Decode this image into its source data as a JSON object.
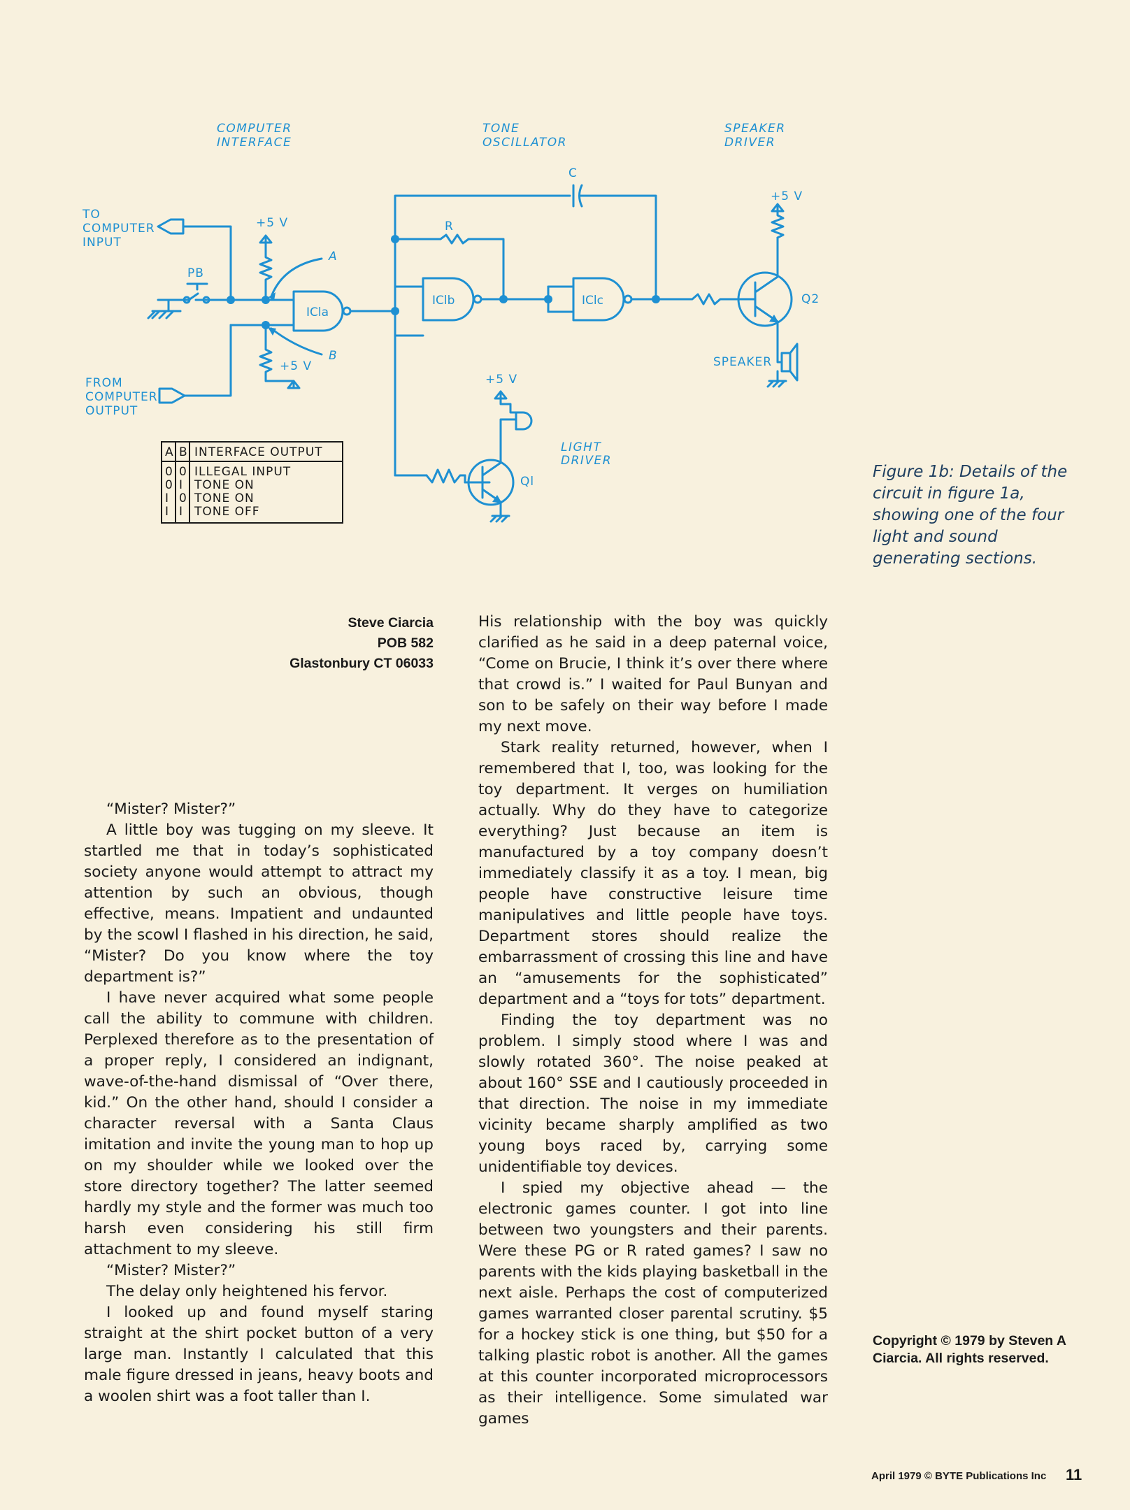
{
  "figure": {
    "section_labels": {
      "computer_interface": [
        "COMPUTER",
        "INTERFACE"
      ],
      "tone_oscillator": [
        "TONE",
        "OSCILLATOR"
      ],
      "speaker_driver": [
        "SPEAKER",
        "DRIVER"
      ],
      "light_driver": [
        "LIGHT",
        "DRIVER"
      ]
    },
    "terminals": {
      "to_computer_input": [
        "TO",
        "COMPUTER",
        "INPUT"
      ],
      "from_computer_output": [
        "FROM",
        "COMPUTER",
        "OUTPUT"
      ]
    },
    "components": {
      "pb": "PB",
      "supply": "+5 V",
      "capacitor": "C",
      "resistor": "R",
      "point_a": "A",
      "point_b": "B",
      "gate_a": "ICla",
      "gate_b": "IClb",
      "gate_c": "IClc",
      "transistor_q1": "Ql",
      "transistor_q2": "Q2",
      "speaker": "SPEAKER"
    },
    "truth_table": {
      "headers": [
        "A",
        "B",
        "INTERFACE OUTPUT"
      ],
      "rows": [
        [
          "0",
          "0",
          "ILLEGAL INPUT"
        ],
        [
          "0",
          "I",
          "TONE ON"
        ],
        [
          "I",
          "0",
          "TONE ON"
        ],
        [
          "I",
          "I",
          "TONE OFF"
        ]
      ]
    },
    "caption": "Figure 1b: Details of the circuit in figure 1a, showing one of the four light and sound generating sections."
  },
  "byline": {
    "name": "Steve Ciarcia",
    "address": "POB 582",
    "city": "Glastonbury CT 06033"
  },
  "article": {
    "col1": [
      "“Mister? Mister?”",
      "A little boy was tugging on my sleeve. It startled me that in today’s sophisticated society anyone would attempt to attract my attention by such an obvious, though effective, means. Impatient and undaunted by the scowl I flashed in his direction, he said, “Mister? Do you know where the toy department is?”",
      "I have never acquired what some people call the ability to commune with children. Perplexed therefore as to the presentation of a proper reply, I considered an indignant, wave-of-the-hand dismissal of “Over there, kid.” On the other hand, should I consider a character reversal with a Santa Claus imitation and invite the young man to hop up on my shoulder while we looked over the store directory together? The latter seemed hardly my style and the former was much too harsh even considering his still firm attachment to my sleeve.",
      "“Mister? Mister?”",
      "The delay only heightened his fervor.",
      "I looked up and found myself staring straight at the shirt pocket button of a very large man. Instantly I calculated that this male figure dressed in jeans, heavy boots and a woolen shirt was a foot taller than I."
    ],
    "col2": [
      "His relationship with the boy was quickly clarified as he said in a deep paternal voice, “Come on Brucie, I think it’s over there where that crowd is.” I waited for Paul Bunyan and son to be safely on their way before I made my next move.",
      "Stark reality returned, however, when I remembered that I, too, was looking for the toy department. It verges on humiliation actually. Why do they have to categorize everything? Just because an item is manufactured by a toy company doesn’t immediately classify it as a toy. I mean, big people have constructive leisure time manipulatives and little people have toys. Department stores should realize the embarrassment of crossing this line and have an “amusements for the sophisticated” department and a “toys for tots” department.",
      "Finding the toy department was no problem. I simply stood where I was and slowly rotated 360°. The noise peaked at about 160° SSE and I cautiously proceeded in that direction. The noise in my immediate vicinity became sharply amplified as two young boys raced by, carrying some unidentifiable toy devices.",
      "I spied my objective ahead — the electronic games counter. I got into line between two youngsters and their parents. Were these PG or R rated games? I saw no parents with the kids playing basketball in the next aisle. Perhaps the cost of computerized games warranted closer parental scrutiny. $5 for a hockey stick is one thing, but $50 for a talking plastic robot is another. All the games at this counter incorporated microprocessors as their intelligence. Some simulated war games"
    ]
  },
  "copyright": "Copyright © 1979 by Steven A Ciarcia. All rights reserved.",
  "footer": {
    "issue": "April 1979 © BYTE Publications Inc",
    "page_number": "11"
  }
}
